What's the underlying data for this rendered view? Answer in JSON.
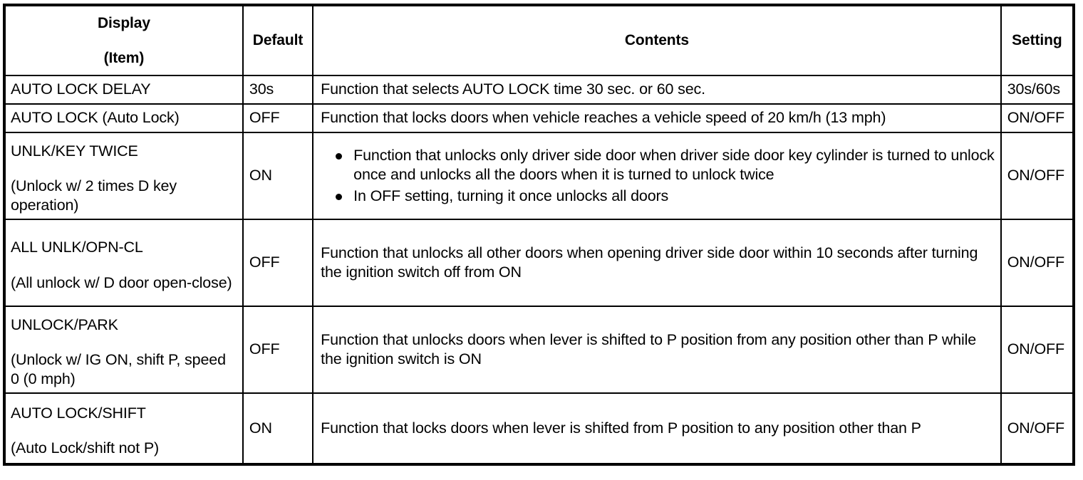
{
  "table": {
    "headers": {
      "display_line1": "Display",
      "display_line2": "(Item)",
      "default": "Default",
      "contents": "Contents",
      "setting": "Setting"
    },
    "rows": [
      {
        "item_code": "AUTO LOCK DELAY",
        "item_desc": "",
        "default": "30s",
        "contents": "Function that selects AUTO LOCK time 30 sec. or 60 sec.",
        "bullets": [],
        "setting": "30s/60s"
      },
      {
        "item_code": "AUTO LOCK (Auto Lock)",
        "item_desc": "",
        "default": "OFF",
        "contents": "Function that locks doors when vehicle reaches a vehicle speed of 20 km/h (13 mph)",
        "bullets": [],
        "setting": "ON/OFF"
      },
      {
        "item_code": "UNLK/KEY TWICE",
        "item_desc": "(Unlock w/ 2 times D key operation)",
        "default": "ON",
        "contents": "",
        "bullets": [
          "Function that unlocks only driver side door when driver side door key cylinder is turned to unlock once and unlocks all the doors when it is turned to unlock twice",
          "In OFF setting, turning it once unlocks all doors"
        ],
        "setting": "ON/OFF"
      },
      {
        "item_code": "ALL UNLK/OPN-CL",
        "item_desc": "(All unlock w/ D door open-close)",
        "default": "OFF",
        "contents": "Function that unlocks all other doors when opening driver side door within 10 seconds after turning the ignition switch off from ON",
        "bullets": [],
        "setting": "ON/OFF"
      },
      {
        "item_code": "UNLOCK/PARK",
        "item_desc": "(Unlock w/ IG ON, shift P, speed 0 (0 mph)",
        "default": "OFF",
        "contents": "Function that unlocks doors when lever is shifted to P position from any position other than P while the ignition switch is ON",
        "bullets": [],
        "setting": "ON/OFF"
      },
      {
        "item_code": "AUTO LOCK/SHIFT",
        "item_desc": "(Auto Lock/shift not P)",
        "default": "ON",
        "contents": "Function that locks doors when lever is shifted from P position to any position other than P",
        "bullets": [],
        "setting": "ON/OFF"
      }
    ]
  }
}
